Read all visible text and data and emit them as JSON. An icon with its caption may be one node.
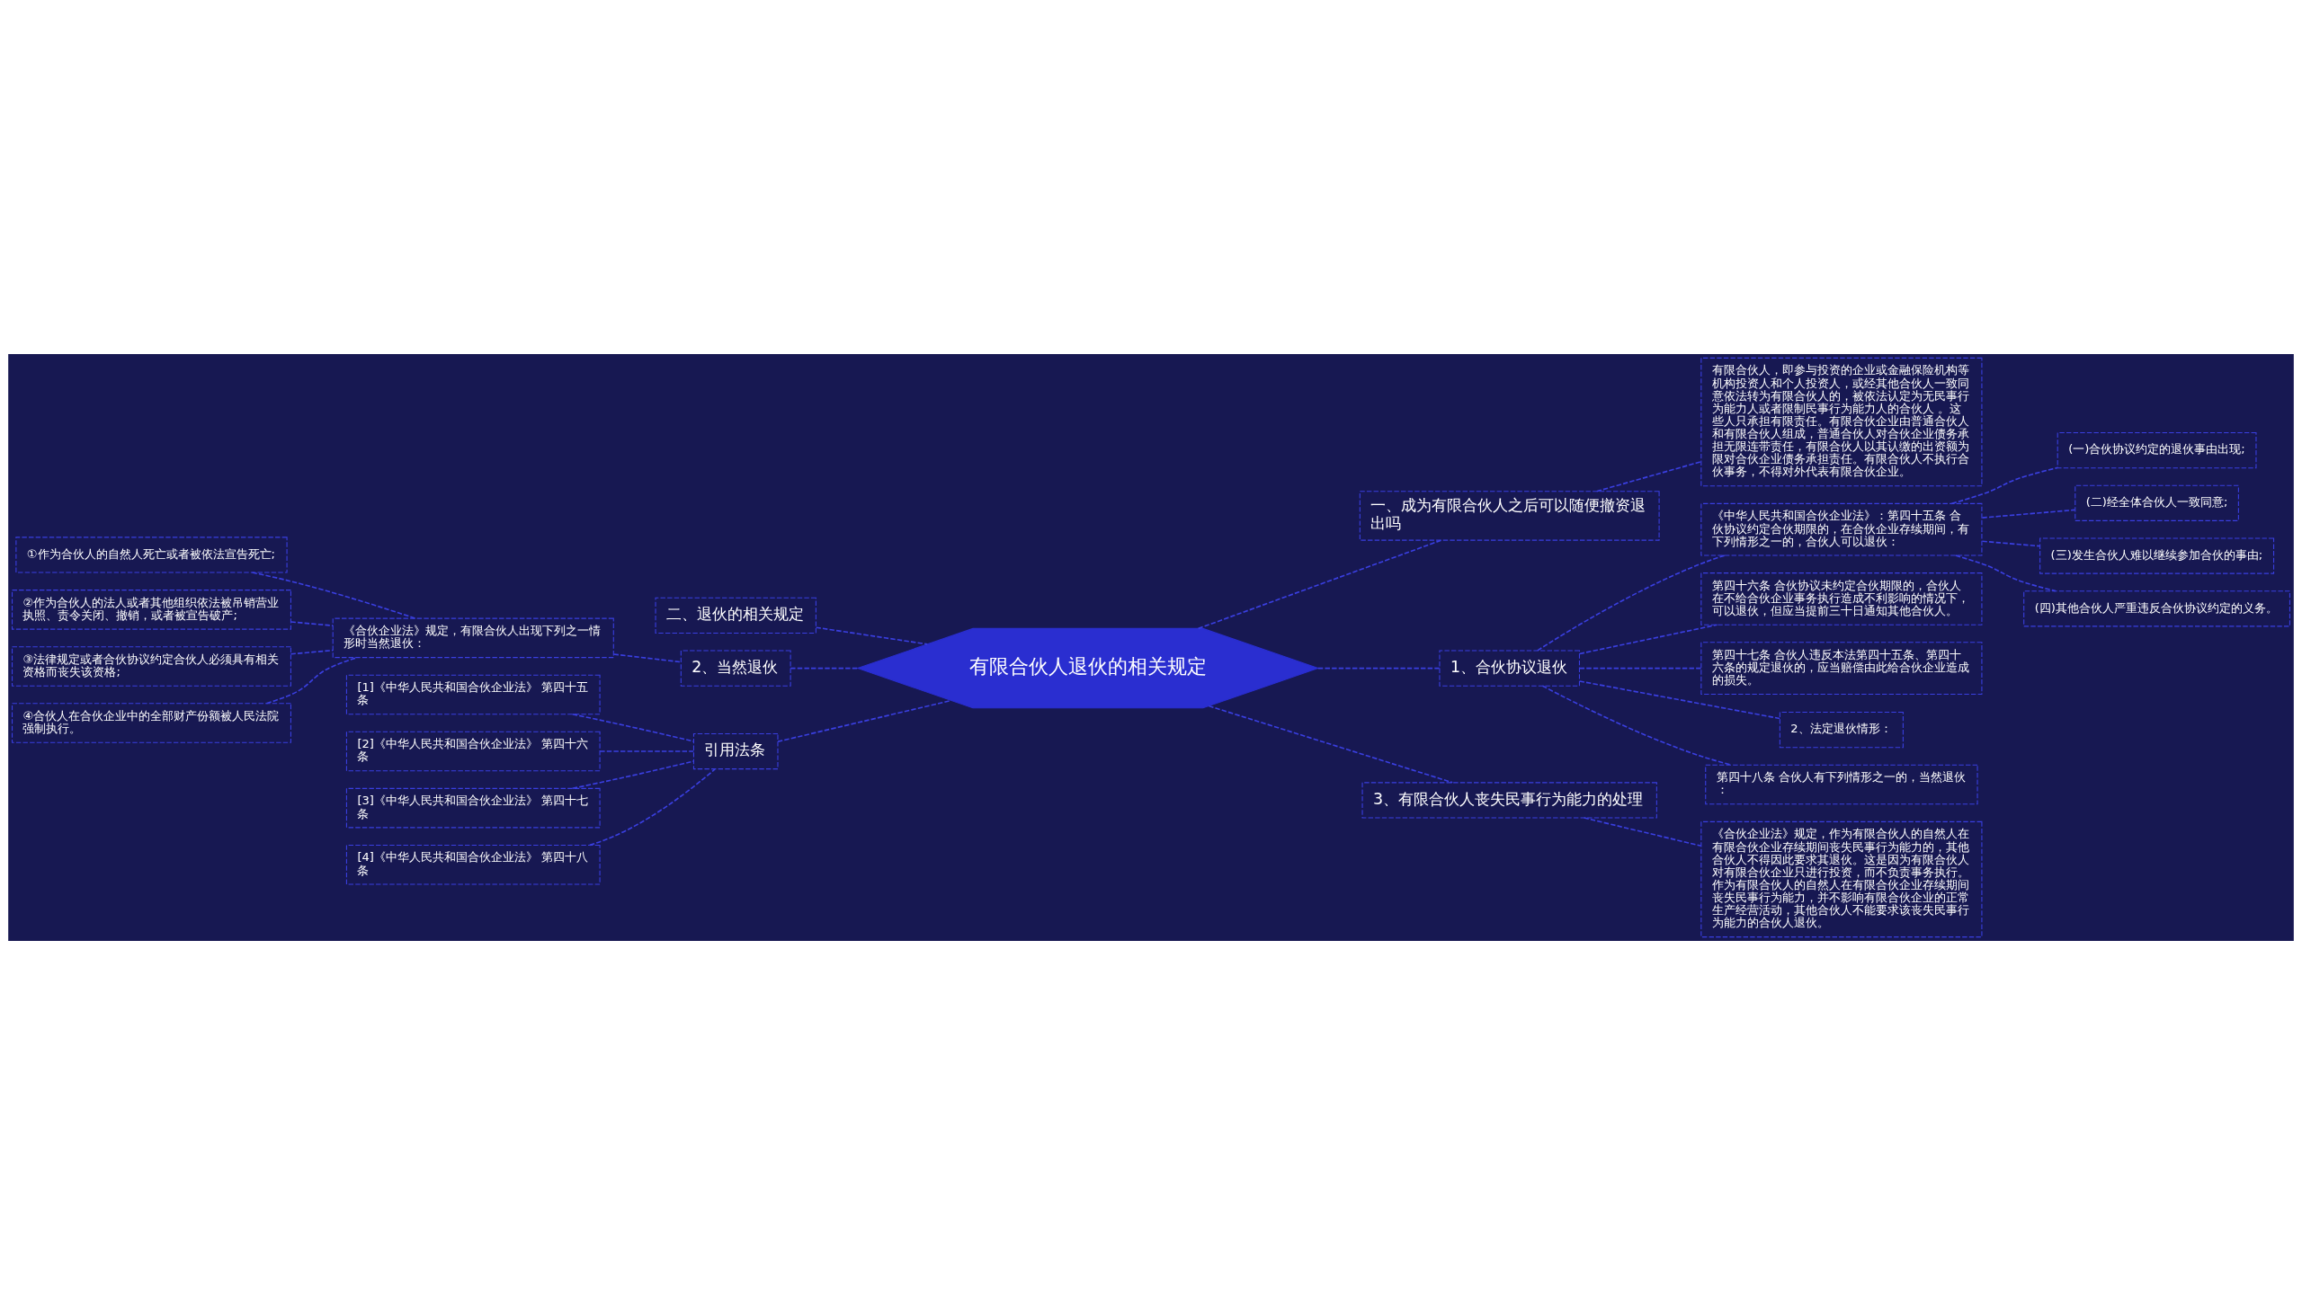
{
  "diagram": {
    "nodes": [
      {
        "text": [
          "有限合伙人退伙的相关规定"
        ]
      },
      {
        "text": [
          "一、成为有限合伙人之后可以随便撤资退出吗"
        ]
      },
      {
        "text": [
          "有限合伙人，即参与投资的企业或金融保险机构等机构投资人和个人投资人，或经其他合伙人一致同意依法转为有限合伙人的，被依法认定为无民事行为能力人或者限制民事行为能力人的合伙人 。这些人只承担有限责任。有限合伙企业由普通合伙人和有限合伙人组成，普通合伙人对合伙企业债务承担无限连带责任，有限合伙人以其认缴的出资额为限对合伙企业债务承担责任。有限合伙人不执行合伙事务，不得对外代表有限合伙企业。"
        ]
      },
      {
        "text": [
          "1、合伙协议退伙"
        ]
      },
      {
        "text": [
          "《中华人民共和国合伙企业法》：第四十五条 合伙协议约定合伙期限的，在合伙企业存续期间，有下列情形之一的，合伙人可以退伙："
        ]
      },
      {
        "text": [
          "(一)合伙协议约定的退伙事由出现;"
        ]
      },
      {
        "text": [
          "(二)经全体合伙人一致同意;"
        ]
      },
      {
        "text": [
          "(三)发生合伙人难以继续参加合伙的事由;"
        ]
      },
      {
        "text": [
          "(四)其他合伙人严重违反合伙协议约定的义务。"
        ]
      },
      {
        "text": [
          "第四十六条 合伙协议未约定合伙期限的，合伙人在不给合伙企业事务执行造成不利影响的情况下，可以退伙，但应当提前三十日通知其他合伙人。"
        ]
      },
      {
        "text": [
          "第四十七条 合伙人违反本法第四十五条、第四十六条的规定退伙的，应当赔偿由此给合伙企业造成的损失。"
        ]
      },
      {
        "text": [
          "2、法定退伙情形："
        ]
      },
      {
        "text": [
          "第四十八条 合伙人有下列情形之一的，当然退伙："
        ]
      },
      {
        "text": [
          "3、有限合伙人丧失民事行为能力的处理"
        ]
      },
      {
        "text": [
          "《合伙企业法》规定，作为有限合伙人的自然人在有限合伙企业存续期间丧失民事行为能力的，其他合伙人不得因此要求其退伙。这是因为有限合伙人对有限合伙企业只进行投资，而不负责事务执行。作为有限合伙人的自然人在有限合伙企业存续期间丧失民事行为能力，并不影响有限合伙企业的正常生产经营活动，其他合伙人不能要求该丧失民事行为能力的合伙人退伙。"
        ]
      },
      {
        "text": [
          "二、退伙的相关规定"
        ]
      },
      {
        "text": [
          "2、当然退伙"
        ]
      },
      {
        "text": [
          "《合伙企业法》规定，有限合伙人出现下列之一情形时当然退伙："
        ]
      },
      {
        "text": [
          "①作为合伙人的自然人死亡或者被依法宣告死亡;"
        ]
      },
      {
        "text": [
          "②作为合伙人的法人或者其他组织依法被吊销营业执照、责令关闭、撤销，或者被宣告破产;"
        ]
      },
      {
        "text": [
          "③法律规定或者合伙协议约定合伙人必须具有相关资格而丧失该资格;"
        ]
      },
      {
        "text": [
          "④合伙人在合伙企业中的全部财产份额被人民法院强制执行。"
        ]
      },
      {
        "text": [
          "引用法条"
        ]
      },
      {
        "text": [
          "[1]《中华人民共和国合伙企业法》 第四十五条"
        ]
      },
      {
        "text": [
          "[2]《中华人民共和国合伙企业法》 第四十六条"
        ]
      },
      {
        "text": [
          "[3]《中华人民共和国合伙企业法》 第四十七条"
        ]
      },
      {
        "text": [
          "[4]《中华人民共和国合伙企业法》 第四十八条"
        ]
      }
    ],
    "edges": [
      {
        "from": 0,
        "to": 1,
        "arrow": "none"
      },
      {
        "from": 1,
        "to": 2,
        "arrow": "none"
      },
      {
        "from": 0,
        "to": 3,
        "arrow": "none"
      },
      {
        "from": 3,
        "to": 4,
        "arrow": "none"
      },
      {
        "from": 4,
        "to": 5,
        "arrow": "none"
      },
      {
        "from": 4,
        "to": 6,
        "arrow": "none"
      },
      {
        "from": 4,
        "to": 7,
        "arrow": "none"
      },
      {
        "from": 4,
        "to": 8,
        "arrow": "none"
      },
      {
        "from": 3,
        "to": 9,
        "arrow": "none"
      },
      {
        "from": 3,
        "to": 10,
        "arrow": "none"
      },
      {
        "from": 3,
        "to": 11,
        "arrow": "none"
      },
      {
        "from": 3,
        "to": 12,
        "arrow": "none"
      },
      {
        "from": 0,
        "to": 13,
        "arrow": "none"
      },
      {
        "from": 13,
        "to": 14,
        "arrow": "none"
      },
      {
        "from": 0,
        "to": 15,
        "arrow": "none"
      },
      {
        "from": 0,
        "to": 16,
        "arrow": "none"
      },
      {
        "from": 16,
        "to": 17,
        "arrow": "none"
      },
      {
        "from": 17,
        "to": 18,
        "arrow": "none"
      },
      {
        "from": 17,
        "to": 19,
        "arrow": "none"
      },
      {
        "from": 17,
        "to": 20,
        "arrow": "none"
      },
      {
        "from": 17,
        "to": 21,
        "arrow": "none"
      },
      {
        "from": 0,
        "to": 22,
        "arrow": "none"
      },
      {
        "from": 22,
        "to": 23,
        "arrow": "none"
      },
      {
        "from": 22,
        "to": 24,
        "arrow": "none"
      },
      {
        "from": 22,
        "to": 25,
        "arrow": "none"
      },
      {
        "from": 22,
        "to": 26,
        "arrow": "none"
      }
    ]
  }
}
